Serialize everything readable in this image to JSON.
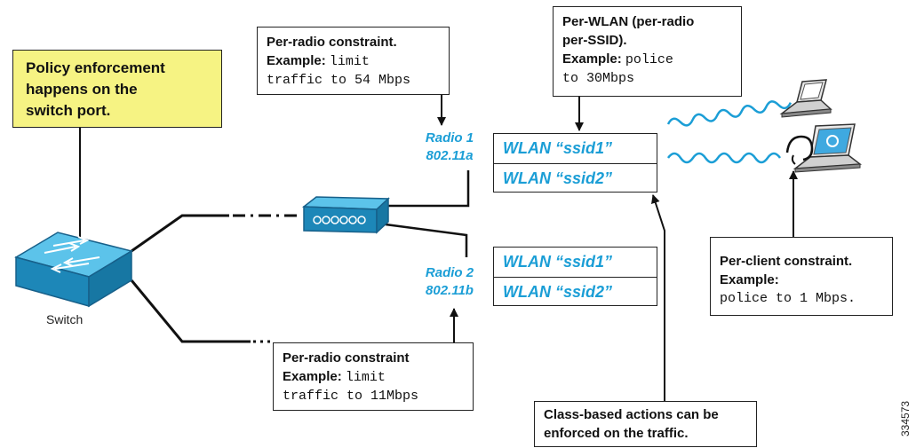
{
  "policy_box": {
    "lines": [
      "Policy enforcement",
      "happens on the",
      "switch port."
    ]
  },
  "radio1_box": {
    "title": "Per-radio constraint.",
    "example_label": "Example:",
    "example_code_1": "limit",
    "example_code_2": "traffic to 54 Mbps"
  },
  "wlan_box": {
    "title_1": "Per-WLAN (per-radio",
    "title_2": "per-SSID).",
    "example_label": "Example:",
    "example_code_1": "police",
    "example_code_2": "to 30Mbps"
  },
  "radio2_box": {
    "title": "Per-radio constraint",
    "example_label": "Example:",
    "example_code_1": "limit",
    "example_code_2": "traffic to 11Mbps"
  },
  "client_box": {
    "title": "Per-client constraint.",
    "example_label": "Example:",
    "example_code": "police to 1 Mbps."
  },
  "class_box": {
    "lines": [
      "Class-based actions can be",
      "enforced on the traffic."
    ]
  },
  "radio1": {
    "name": "Radio 1",
    "standard": "802.11a"
  },
  "radio2": {
    "name": "Radio 2",
    "standard": "802.11b"
  },
  "radio1_wlans": [
    "WLAN “ssid1”",
    "WLAN “ssid2”"
  ],
  "radio2_wlans": [
    "WLAN “ssid1”",
    "WLAN “ssid2”"
  ],
  "switch_label": "Switch",
  "figure_id": "334573",
  "colors": {
    "accent_blue": "#1b9ed6",
    "policy_yellow": "#f6f383",
    "device_blue": "#2aa7dc",
    "line": "#111111"
  }
}
